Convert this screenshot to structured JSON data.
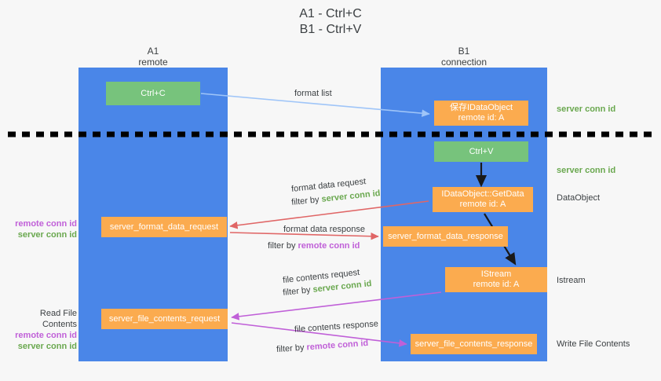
{
  "title": "A1 - Ctrl+C\nB1 - Ctrl+V",
  "colors": {
    "lane": "#4a86e8",
    "green_box": "#77c37c",
    "orange_box": "#fbab4f",
    "server_conn_id": "#6aa84f",
    "remote_conn_id": "#c060d8",
    "background": "#f7f7f7",
    "divider": "#000000",
    "arrow_blue": "#9fc5f8",
    "arrow_red": "#e06666",
    "arrow_purple": "#c060d8",
    "arrow_dark": "#1a1a1a"
  },
  "columns": [
    {
      "name": "A1",
      "sub": "remote"
    },
    {
      "name": "B1",
      "sub": "connection"
    }
  ],
  "boxes": {
    "ctrl_c": "Ctrl+C",
    "save_idataobject": "保存IDataObject\nremote id: A",
    "ctrl_v": "Ctrl+V",
    "idataobject_getdata": "IDataObject::GetData\nremote id: A",
    "istream": "IStream\nremote id: A",
    "server_format_data_request": "server_format_data_request",
    "server_format_data_response": "server_format_data_response",
    "server_file_contents_request": "server_file_contents_request",
    "server_file_contents_response": "server_file_contents_response"
  },
  "side_labels": {
    "server_conn_id_top": "server conn id",
    "server_conn_id_second": "server conn id",
    "dataobject": "DataObject",
    "istream": "Istream",
    "write_file_contents": "Write File Contents"
  },
  "left_annotations": {
    "read_file_contents": "Read File Contents",
    "remote_conn_id": "remote conn id",
    "server_conn_id": "server conn id"
  },
  "arrow_labels": {
    "format_list": "format list",
    "format_data_request": "format data request",
    "format_data_request_filter_prefix": "filter by ",
    "format_data_request_filter_value": "server conn id",
    "format_data_response": "format data response",
    "format_data_response_filter_prefix": "filter by ",
    "format_data_response_filter_value": "remote conn id",
    "file_contents_request": "file contents request",
    "file_contents_request_filter_prefix": "filter by ",
    "file_contents_request_filter_value": "server conn id",
    "file_contents_response": "file contents response",
    "file_contents_response_filter_prefix": "filter by ",
    "file_contents_response_filter_value": "remote conn id"
  }
}
